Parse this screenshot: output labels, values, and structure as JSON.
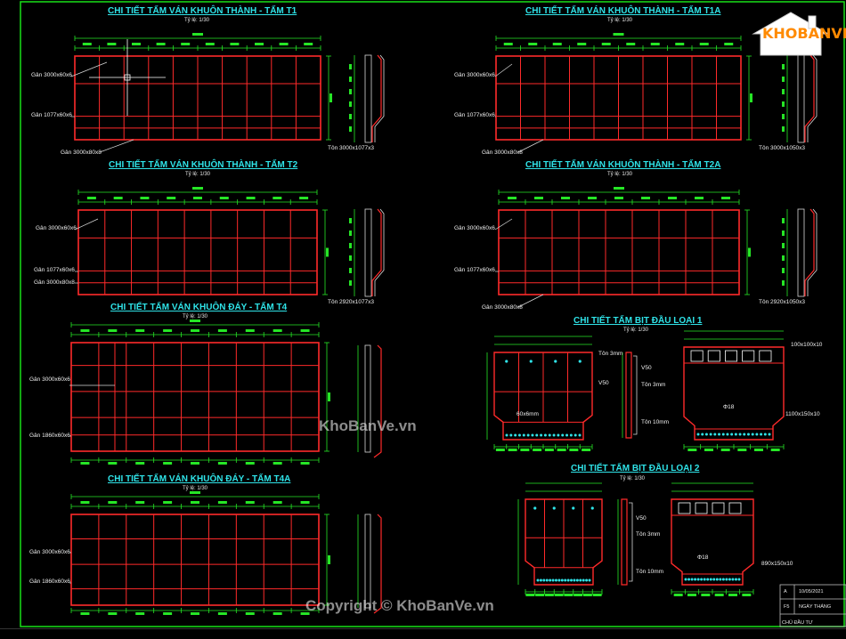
{
  "titles": {
    "t1": "CHI TIẾT TẤM VÁN KHUÔN THÀNH - TẤM T1",
    "t1a": "CHI TIẾT TẤM VÁN KHUÔN THÀNH - TẤM T1A",
    "t2": "CHI TIẾT TẤM VÁN KHUÔN THÀNH - TẤM T2",
    "t2a": "CHI TIẾT TẤM VÁN KHUÔN THÀNH - TẤM T2A",
    "t4": "CHI TIẾT TẤM VÁN KHUÔN ĐÁY - TẤM T4",
    "t4a": "CHI TIẾT TẤM VÁN KHUÔN ĐÁY - TẤM T4A",
    "bit1": "CHI TIẾT TẤM BỊT ĐẦU LOẠI 1",
    "bit2": "CHI TIẾT TẤM BỊT ĐẦU LOẠI 2"
  },
  "scales": {
    "t1": "Tỷ lệ: 1/30",
    "t1a": "Tỷ lệ: 1/30",
    "t2": "Tỷ lệ: 1/30",
    "t2a": "Tỷ lệ: 1/30",
    "t4": "Tỷ lệ: 1/30",
    "t4a": "Tỷ lệ: 1/30",
    "bit1": "Tỷ lệ: 1/30",
    "bit2": "Tỷ lệ: 1/30"
  },
  "labels": {
    "t1_a": "Gân 3000x60x6",
    "t1_b": "Gân 1077x60x6",
    "t1_c": "Gân 3000x80x8",
    "t1_ton": "Tôn 3000x1077x3",
    "t1a_a": "Gân 3000x60x6",
    "t1a_b": "Gân 1077x60x6",
    "t1a_c": "Gân 3000x80x8",
    "t1a_ton": "Tôn 3000x1050x3",
    "t2_a": "Gân 3000x60x6",
    "t2_b": "Gân 1077x60x6",
    "t2_c": "Gân 3000x80x8",
    "t2_ton": "Tôn 2920x1077x3",
    "t2a_a": "Gân 3000x60x6",
    "t2a_b": "Gân 1077x60x6",
    "t2a_c": "Gân 3000x80x8",
    "t2a_ton": "Tôn 2920x1050x3",
    "t4_a": "Gân 3000x60x6",
    "t4_b": "Gân 1860x60x6",
    "t4a_a": "Gân 3000x60x6",
    "t4a_b": "Gân 1860x60x6",
    "b1_ton3": "Tôn 3mm",
    "b1_v50": "V50",
    "b1_60x6": "60x6mm",
    "b1_v50b": "V50",
    "b1_ton3b": "Tôn 3mm",
    "b1_ton10": "Tôn 10mm",
    "b1_100": "100x100x10",
    "b1_phi": "Φ18",
    "b1_1100": "1100x150x10",
    "b2_v50": "V50",
    "b2_ton3": "Tôn 3mm",
    "b2_ton10": "Tôn 10mm",
    "b2_phi": "Φ18",
    "b2_890": "890x150x10"
  },
  "title_block": {
    "date": "10/05/2021",
    "ngay_thang": "NGÀY THÁNG",
    "row_a": "A",
    "row_b": "F5",
    "chu_dau_tu": "CHỦ ĐẦU TƯ"
  },
  "watermarks": {
    "center": "KhoBanVe.vn",
    "bottom": "Copyright © KhoBanVe.vn",
    "logo": "KHOBANVE"
  },
  "colors": {
    "frame": "#ff2a2a",
    "dim": "#26e626",
    "title": "#2fe3e8",
    "border": "#19e019",
    "leader": "#d9d9d9"
  }
}
